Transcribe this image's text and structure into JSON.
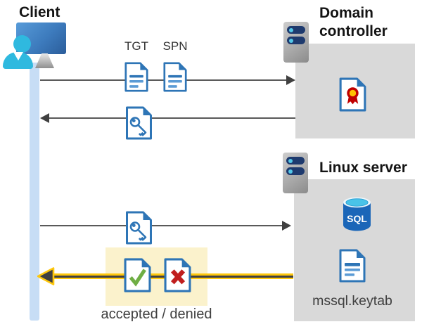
{
  "labels": {
    "client": "Client",
    "domain_controller": "Domain controller",
    "linux_server": "Linux server",
    "tgt": "TGT",
    "spn": "SPN",
    "result": "accepted / denied",
    "keytab_file": "mssql.keytab",
    "sql_badge": "SQL"
  },
  "icons": [
    "client-computer-icon",
    "person-icon",
    "client-lifeline",
    "domain-controller-server-icon",
    "linux-server-server-icon",
    "tgt-document-icon",
    "spn-document-icon",
    "key-ticket-document-icon-response",
    "key-ticket-document-icon-request",
    "certificate-document-icon",
    "sql-database-icon",
    "keytab-document-icon",
    "accepted-check-document-icon",
    "denied-x-document-icon",
    "arrow-client-to-dc",
    "arrow-dc-to-client",
    "arrow-client-to-linux",
    "arrow-linux-to-client-highlighted"
  ],
  "colors": {
    "doc_blue": "#2e75b6",
    "doc_blue_light": "#5b9bd5",
    "lifeline_blue": "#c7ddf5",
    "box_gray": "#d9d9d9",
    "arrow_gray": "#595959",
    "arrow_dark": "#404040",
    "arrow_yellow": "#fec70c",
    "highlight_yellow": "#fbf2cc",
    "check_green": "#6fae44",
    "deny_red": "#c01e1e",
    "cert_red": "#c00000",
    "cert_yellow": "#ffc000",
    "sql_blue": "#1b66b8"
  }
}
